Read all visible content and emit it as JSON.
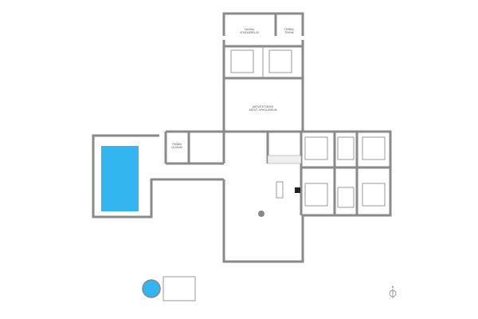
{
  "rooms": {
    "bedroom_top": [
      "SAUNA/",
      "SOVEVÆRELSE"
    ],
    "tech_top": [
      "TEKNIK/",
      "TEKNIK"
    ],
    "activity": [
      "AKTIVITETSRUM/",
      "AKTIVT OPHOLDSRUM"
    ],
    "utility": [
      "TEKNIK/",
      "ULDRUM"
    ]
  },
  "colors": {
    "pool": "#33b5f0",
    "wall": "#8a8a8a"
  },
  "compass": {
    "label": "N"
  }
}
